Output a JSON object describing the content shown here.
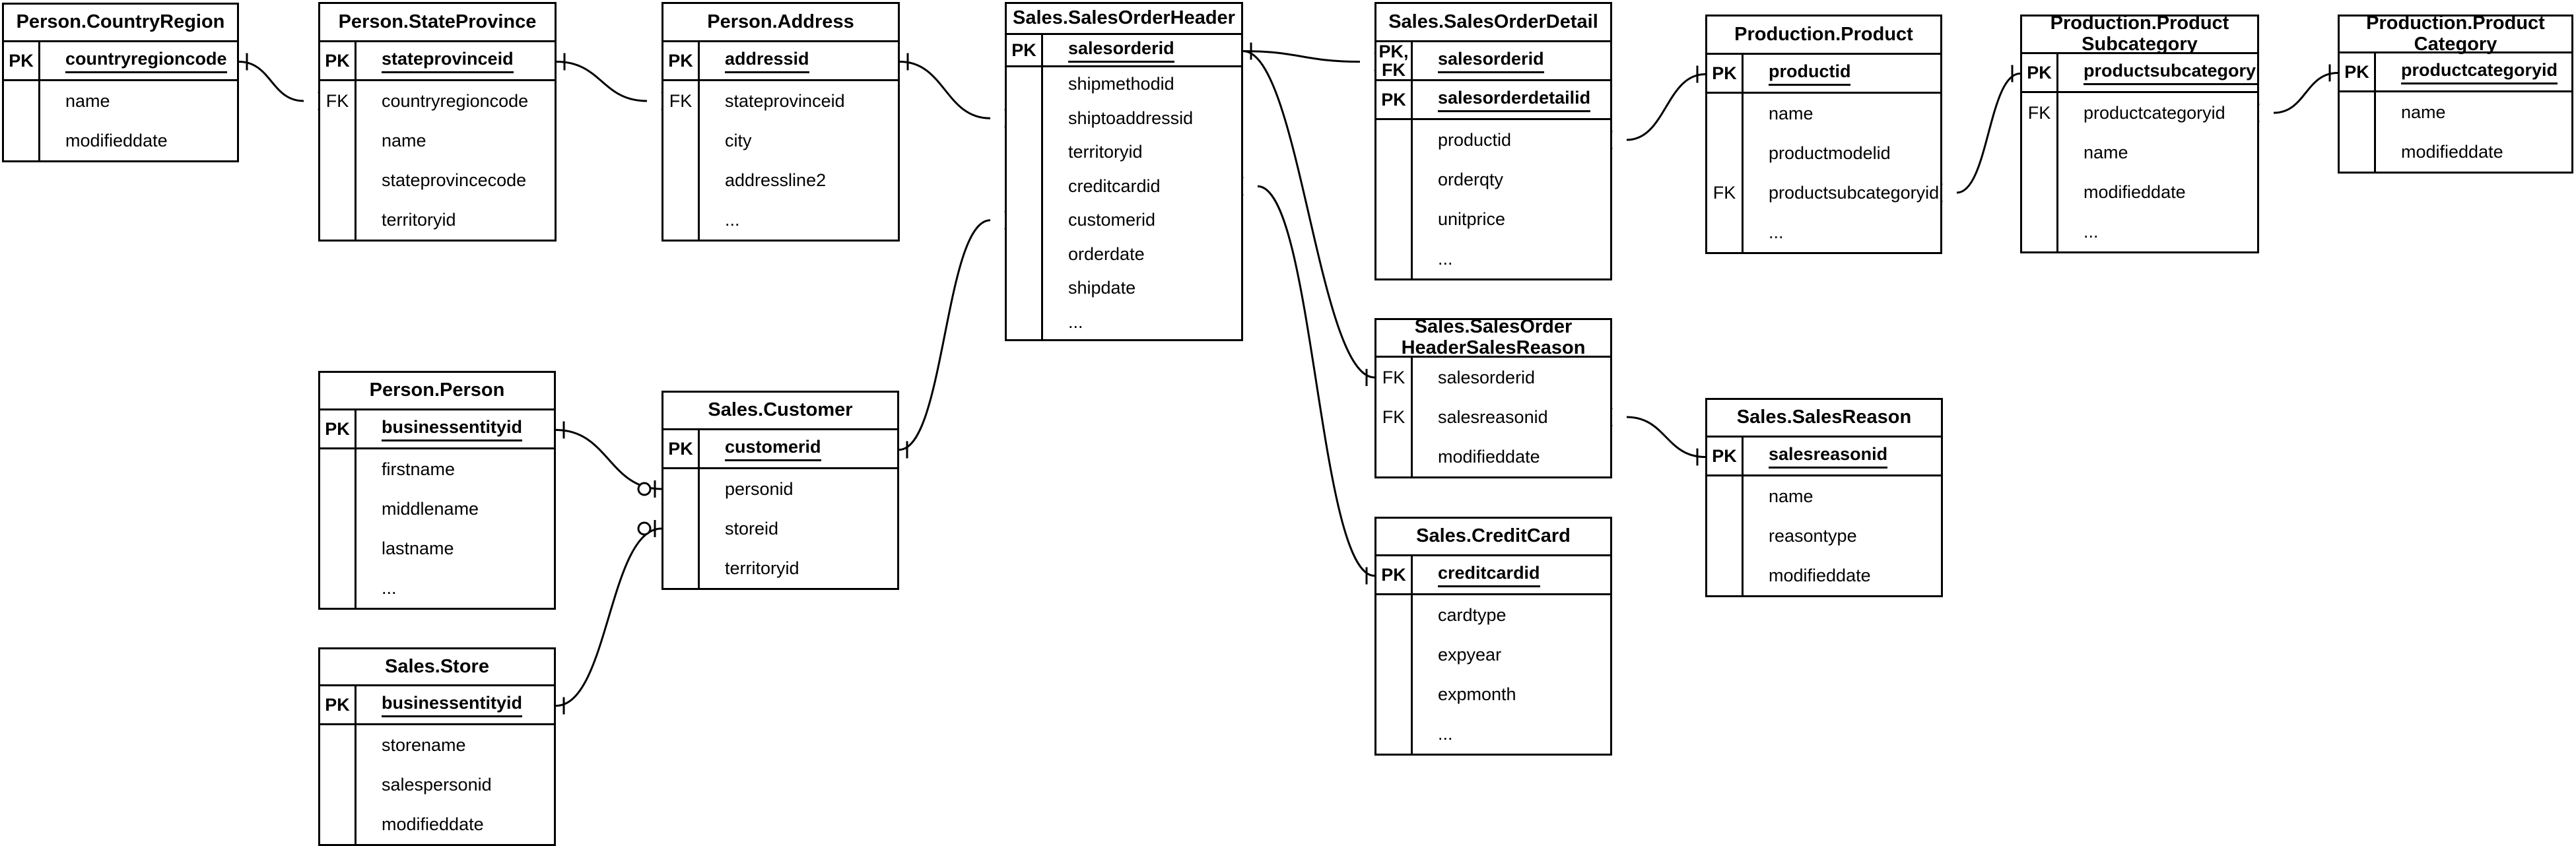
{
  "diagram": {
    "kind": "entity-relationship-diagram",
    "notation": "crow-foot",
    "colors": {
      "line": "#000000",
      "background": "#ffffff",
      "text": "#000000"
    },
    "entities": [
      {
        "id": "countryregion",
        "title": "Person.CountryRegion",
        "title_lines": [
          "Person.CountryRegion"
        ],
        "keys": [
          {
            "key_lines": [
              "PK"
            ],
            "name": "countryregioncode",
            "underlined": true
          }
        ],
        "attrs": [
          {
            "key": "",
            "name": "name"
          },
          {
            "key": "",
            "name": "modifieddate"
          }
        ]
      },
      {
        "id": "stateprovince",
        "title": "Person.StateProvince",
        "title_lines": [
          "Person.StateProvince"
        ],
        "keys": [
          {
            "key_lines": [
              "PK"
            ],
            "name": "stateprovinceid",
            "underlined": true
          }
        ],
        "attrs": [
          {
            "key": "FK",
            "name": "countryregioncode"
          },
          {
            "key": "",
            "name": "name"
          },
          {
            "key": "",
            "name": "stateprovincecode"
          },
          {
            "key": "",
            "name": "territoryid"
          }
        ]
      },
      {
        "id": "address",
        "title": "Person.Address",
        "title_lines": [
          "Person.Address"
        ],
        "keys": [
          {
            "key_lines": [
              "PK"
            ],
            "name": "addressid",
            "underlined": true
          }
        ],
        "attrs": [
          {
            "key": "FK",
            "name": "stateprovinceid"
          },
          {
            "key": "",
            "name": "city"
          },
          {
            "key": "",
            "name": "addressline2"
          },
          {
            "key": "",
            "name": "..."
          }
        ]
      },
      {
        "id": "salesorderheader",
        "title": "Sales.SalesOrderHeader",
        "title_lines": [
          "Sales.SalesOrderHeader"
        ],
        "keys": [
          {
            "key_lines": [
              "PK"
            ],
            "name": "salesorderid",
            "underlined": true
          }
        ],
        "attrs": [
          {
            "key": "",
            "name": "shipmethodid"
          },
          {
            "key": "",
            "name": "shiptoaddressid"
          },
          {
            "key": "",
            "name": "territoryid"
          },
          {
            "key": "",
            "name": "creditcardid"
          },
          {
            "key": "",
            "name": "customerid"
          },
          {
            "key": "",
            "name": "orderdate"
          },
          {
            "key": "",
            "name": "shipdate"
          },
          {
            "key": "",
            "name": "..."
          }
        ]
      },
      {
        "id": "salesorderdetail",
        "title": "Sales.SalesOrderDetail",
        "title_lines": [
          "Sales.SalesOrderDetail"
        ],
        "keys": [
          {
            "key_lines": [
              "PK,",
              "FK"
            ],
            "name": "salesorderid",
            "underlined": true
          },
          {
            "key_lines": [
              "PK"
            ],
            "name": "salesorderdetailid",
            "underlined": true
          }
        ],
        "attrs": [
          {
            "key": "",
            "name": "productid"
          },
          {
            "key": "",
            "name": "orderqty"
          },
          {
            "key": "",
            "name": "unitprice"
          },
          {
            "key": "",
            "name": "..."
          }
        ]
      },
      {
        "id": "product",
        "title": "Production.Product",
        "title_lines": [
          "Production.Product"
        ],
        "keys": [
          {
            "key_lines": [
              "PK"
            ],
            "name": "productid",
            "underlined": true
          }
        ],
        "attrs": [
          {
            "key": "",
            "name": "name"
          },
          {
            "key": "",
            "name": "productmodelid"
          },
          {
            "key": "FK",
            "name": "productsubcategoryid"
          },
          {
            "key": "",
            "name": "..."
          }
        ]
      },
      {
        "id": "productsubcategory",
        "title": "Production.ProductSubcategory",
        "title_lines": [
          "Production.Product",
          "Subcategory"
        ],
        "keys": [
          {
            "key_lines": [
              "PK"
            ],
            "name": "productsubcategoryid",
            "underlined": true
          }
        ],
        "attrs": [
          {
            "key": "FK",
            "name": "productcategoryid"
          },
          {
            "key": "",
            "name": "name"
          },
          {
            "key": "",
            "name": "modifieddate"
          },
          {
            "key": "",
            "name": "..."
          }
        ]
      },
      {
        "id": "productcategory",
        "title": "Production.ProductCategory",
        "title_lines": [
          "Production.Product",
          "Category"
        ],
        "keys": [
          {
            "key_lines": [
              "PK"
            ],
            "name": "productcategoryid",
            "underlined": true
          }
        ],
        "attrs": [
          {
            "key": "",
            "name": "name"
          },
          {
            "key": "",
            "name": "modifieddate"
          }
        ]
      },
      {
        "id": "person",
        "title": "Person.Person",
        "title_lines": [
          "Person.Person"
        ],
        "keys": [
          {
            "key_lines": [
              "PK"
            ],
            "name": "businessentityid",
            "underlined": true
          }
        ],
        "attrs": [
          {
            "key": "",
            "name": "firstname"
          },
          {
            "key": "",
            "name": "middlename"
          },
          {
            "key": "",
            "name": "lastname"
          },
          {
            "key": "",
            "name": "..."
          }
        ]
      },
      {
        "id": "customer",
        "title": "Sales.Customer",
        "title_lines": [
          "Sales.Customer"
        ],
        "keys": [
          {
            "key_lines": [
              "PK"
            ],
            "name": "customerid",
            "underlined": true
          }
        ],
        "attrs": [
          {
            "key": "",
            "name": "personid"
          },
          {
            "key": "",
            "name": "storeid"
          },
          {
            "key": "",
            "name": "territoryid"
          }
        ]
      },
      {
        "id": "store",
        "title": "Sales.Store",
        "title_lines": [
          "Sales.Store"
        ],
        "keys": [
          {
            "key_lines": [
              "PK"
            ],
            "name": "businessentityid",
            "underlined": true
          }
        ],
        "attrs": [
          {
            "key": "",
            "name": "storename"
          },
          {
            "key": "",
            "name": "salespersonid"
          },
          {
            "key": "",
            "name": "modifieddate"
          }
        ]
      },
      {
        "id": "salesorderheadersalesreason",
        "title": "Sales.SalesOrderHeaderSalesReason",
        "title_lines": [
          "Sales.SalesOrder",
          "HeaderSalesReason"
        ],
        "keys": [],
        "attrs": [
          {
            "key": "FK",
            "name": "salesorderid"
          },
          {
            "key": "FK",
            "name": "salesreasonid"
          },
          {
            "key": "",
            "name": "modifieddate"
          }
        ]
      },
      {
        "id": "salesreason",
        "title": "Sales.SalesReason",
        "title_lines": [
          "Sales.SalesReason"
        ],
        "keys": [
          {
            "key_lines": [
              "PK"
            ],
            "name": "salesreasonid",
            "underlined": true
          }
        ],
        "attrs": [
          {
            "key": "",
            "name": "name"
          },
          {
            "key": "",
            "name": "reasontype"
          },
          {
            "key": "",
            "name": "modifieddate"
          }
        ]
      },
      {
        "id": "creditcard",
        "title": "Sales.CreditCard",
        "title_lines": [
          "Sales.CreditCard"
        ],
        "keys": [
          {
            "key_lines": [
              "PK"
            ],
            "name": "creditcardid",
            "underlined": true
          }
        ],
        "attrs": [
          {
            "key": "",
            "name": "cardtype"
          },
          {
            "key": "",
            "name": "expyear"
          },
          {
            "key": "",
            "name": "expmonth"
          },
          {
            "key": "",
            "name": "..."
          }
        ]
      }
    ],
    "relationships": [
      {
        "from": {
          "entity": "countryregion",
          "field": "countryregioncode",
          "cardinality": "one"
        },
        "to": {
          "entity": "stateprovince",
          "field": "countryregioncode",
          "cardinality": "many"
        }
      },
      {
        "from": {
          "entity": "stateprovince",
          "field": "stateprovinceid",
          "cardinality": "one"
        },
        "to": {
          "entity": "address",
          "field": "stateprovinceid",
          "cardinality": "many"
        }
      },
      {
        "from": {
          "entity": "address",
          "field": "addressid",
          "cardinality": "one"
        },
        "to": {
          "entity": "salesorderheader",
          "field": "shiptoaddressid",
          "cardinality": "many"
        }
      },
      {
        "from": {
          "entity": "person",
          "field": "businessentityid",
          "cardinality": "one"
        },
        "to": {
          "entity": "customer",
          "field": "personid",
          "cardinality": "zero-or-one"
        }
      },
      {
        "from": {
          "entity": "store",
          "field": "businessentityid",
          "cardinality": "one"
        },
        "to": {
          "entity": "customer",
          "field": "storeid",
          "cardinality": "zero-or-one"
        }
      },
      {
        "from": {
          "entity": "customer",
          "field": "customerid",
          "cardinality": "one"
        },
        "to": {
          "entity": "salesorderheader",
          "field": "customerid",
          "cardinality": "many"
        }
      },
      {
        "from": {
          "entity": "salesorderheader",
          "field": "salesorderid",
          "cardinality": "one"
        },
        "to": {
          "entity": "salesorderdetail",
          "field": "salesorderid",
          "cardinality": "many"
        }
      },
      {
        "from": {
          "entity": "salesorderheader",
          "field": "salesorderid",
          "cardinality": "none"
        },
        "to": {
          "entity": "salesorderheadersalesreason",
          "field": "salesorderid",
          "cardinality": "one"
        }
      },
      {
        "from": {
          "entity": "salesorderheader",
          "field": "creditcardid",
          "cardinality": "many"
        },
        "to": {
          "entity": "creditcard",
          "field": "creditcardid",
          "cardinality": "one"
        }
      },
      {
        "from": {
          "entity": "salesorderdetail",
          "field": "productid",
          "cardinality": "many"
        },
        "to": {
          "entity": "product",
          "field": "productid",
          "cardinality": "one"
        }
      },
      {
        "from": {
          "entity": "product",
          "field": "productsubcategoryid",
          "cardinality": "many"
        },
        "to": {
          "entity": "productsubcategory",
          "field": "productsubcategoryid",
          "cardinality": "one"
        }
      },
      {
        "from": {
          "entity": "productsubcategory",
          "field": "productcategoryid",
          "cardinality": "many"
        },
        "to": {
          "entity": "productcategory",
          "field": "productcategoryid",
          "cardinality": "one"
        }
      },
      {
        "from": {
          "entity": "salesorderheadersalesreason",
          "field": "salesreasonid",
          "cardinality": "many"
        },
        "to": {
          "entity": "salesreason",
          "field": "salesreasonid",
          "cardinality": "one"
        }
      }
    ]
  }
}
